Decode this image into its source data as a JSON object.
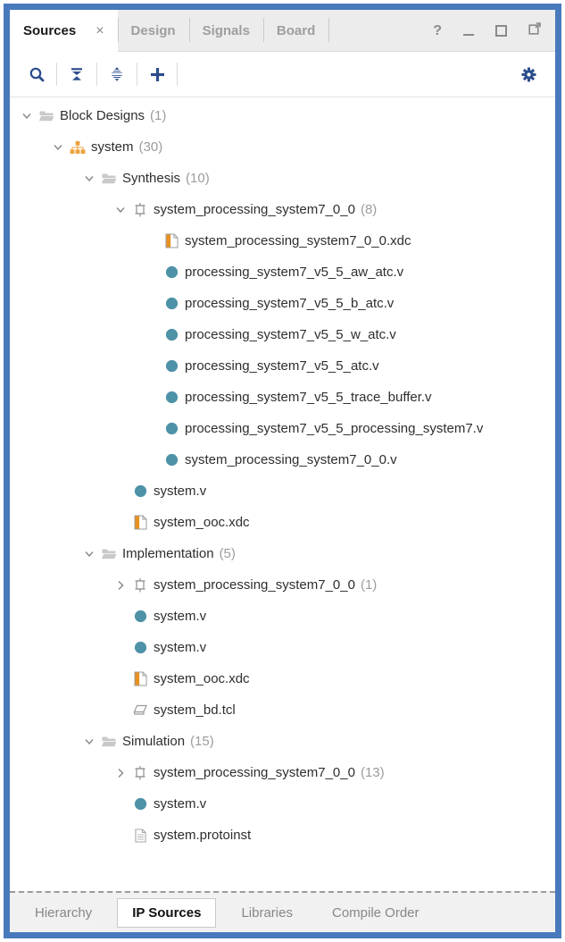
{
  "titlebar": {
    "tabs": [
      {
        "label": "Sources",
        "close": "×",
        "active": true
      },
      {
        "label": "Design",
        "active": false
      },
      {
        "label": "Signals",
        "active": false
      },
      {
        "label": "Board",
        "active": false
      }
    ],
    "help": "?"
  },
  "toolbar": {
    "icons": [
      "search",
      "collapse-all",
      "expand-all",
      "add-sources",
      "settings-gear"
    ]
  },
  "tree": {
    "items": [
      {
        "level": 0,
        "expander": "open",
        "icon": "folder",
        "label": "Block Designs",
        "count": "(1)"
      },
      {
        "level": 1,
        "expander": "open",
        "icon": "block-design",
        "label": "system",
        "count": "(30)"
      },
      {
        "level": 2,
        "expander": "open",
        "icon": "folder",
        "label": "Synthesis",
        "count": "(10)"
      },
      {
        "level": 3,
        "expander": "open",
        "icon": "ip",
        "label": "system_processing_system7_0_0",
        "count": "(8)"
      },
      {
        "level": 4,
        "expander": null,
        "icon": "xdc",
        "label": "system_processing_system7_0_0.xdc"
      },
      {
        "level": 4,
        "expander": null,
        "icon": "verilog",
        "label": "processing_system7_v5_5_aw_atc.v"
      },
      {
        "level": 4,
        "expander": null,
        "icon": "verilog",
        "label": "processing_system7_v5_5_b_atc.v"
      },
      {
        "level": 4,
        "expander": null,
        "icon": "verilog",
        "label": "processing_system7_v5_5_w_atc.v"
      },
      {
        "level": 4,
        "expander": null,
        "icon": "verilog",
        "label": "processing_system7_v5_5_atc.v"
      },
      {
        "level": 4,
        "expander": null,
        "icon": "verilog",
        "label": "processing_system7_v5_5_trace_buffer.v"
      },
      {
        "level": 4,
        "expander": null,
        "icon": "verilog",
        "label": "processing_system7_v5_5_processing_system7.v"
      },
      {
        "level": 4,
        "expander": null,
        "icon": "verilog",
        "label": "system_processing_system7_0_0.v"
      },
      {
        "level": 3,
        "expander": null,
        "icon": "verilog",
        "label": "system.v"
      },
      {
        "level": 3,
        "expander": null,
        "icon": "xdc",
        "label": "system_ooc.xdc"
      },
      {
        "level": 2,
        "expander": "open",
        "icon": "folder",
        "label": "Implementation",
        "count": "(5)"
      },
      {
        "level": 3,
        "expander": "closed",
        "icon": "ip",
        "label": "system_processing_system7_0_0",
        "count": "(1)"
      },
      {
        "level": 3,
        "expander": null,
        "icon": "verilog",
        "label": "system.v"
      },
      {
        "level": 3,
        "expander": null,
        "icon": "verilog",
        "label": "system.v"
      },
      {
        "level": 3,
        "expander": null,
        "icon": "xdc",
        "label": "system_ooc.xdc"
      },
      {
        "level": 3,
        "expander": null,
        "icon": "tcl",
        "label": "system_bd.tcl"
      },
      {
        "level": 2,
        "expander": "open",
        "icon": "folder",
        "label": "Simulation",
        "count": "(15)"
      },
      {
        "level": 3,
        "expander": "closed",
        "icon": "ip",
        "label": "system_processing_system7_0_0",
        "count": "(13)"
      },
      {
        "level": 3,
        "expander": null,
        "icon": "verilog",
        "label": "system.v"
      },
      {
        "level": 3,
        "expander": null,
        "icon": "doc",
        "label": "system.protoinst"
      }
    ]
  },
  "bottom_tabs": [
    {
      "label": "Hierarchy",
      "active": false
    },
    {
      "label": "IP Sources",
      "active": true
    },
    {
      "label": "Libraries",
      "active": false
    },
    {
      "label": "Compile Order",
      "active": false
    }
  ],
  "colors": {
    "frame_border": "#4879BD",
    "toolbar_icon": "#2C4C8C",
    "verilog_file": "#4E92A7",
    "block_design": "#ECA23E",
    "xdc_file": "#E89020",
    "tabbar_bg": "#ECECEC",
    "bottombar_bg": "#F2F1F1"
  }
}
